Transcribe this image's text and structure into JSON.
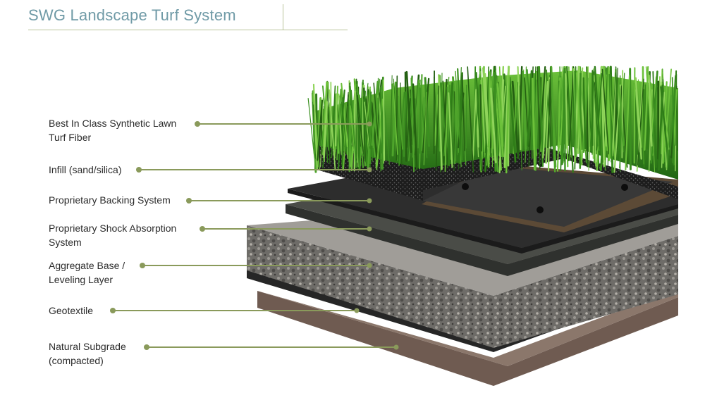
{
  "title": "SWG Landscape Turf System",
  "colors": {
    "title": "#6f9aa6",
    "rule": "#b9c39a",
    "callout": "#8a9a5b",
    "grass": "#3f8f22",
    "gravel": "#6b6b68",
    "subgrade": "#7a655a"
  },
  "layers": [
    {
      "id": "turf",
      "lines": [
        "Best In Class Synthetic Lawn",
        "Turf Fiber"
      ]
    },
    {
      "id": "infill",
      "lines": [
        "Infill (sand/silica)"
      ]
    },
    {
      "id": "backing",
      "lines": [
        "Proprietary Backing System"
      ]
    },
    {
      "id": "shock",
      "lines": [
        "Proprietary Shock Absorption",
        "System"
      ]
    },
    {
      "id": "aggregate",
      "lines": [
        "Aggregate Base /",
        "Leveling Layer"
      ]
    },
    {
      "id": "geotextile",
      "lines": [
        "Geotextile"
      ]
    },
    {
      "id": "subgrade",
      "lines": [
        "Natural Subgrade",
        "(compacted)"
      ]
    }
  ]
}
